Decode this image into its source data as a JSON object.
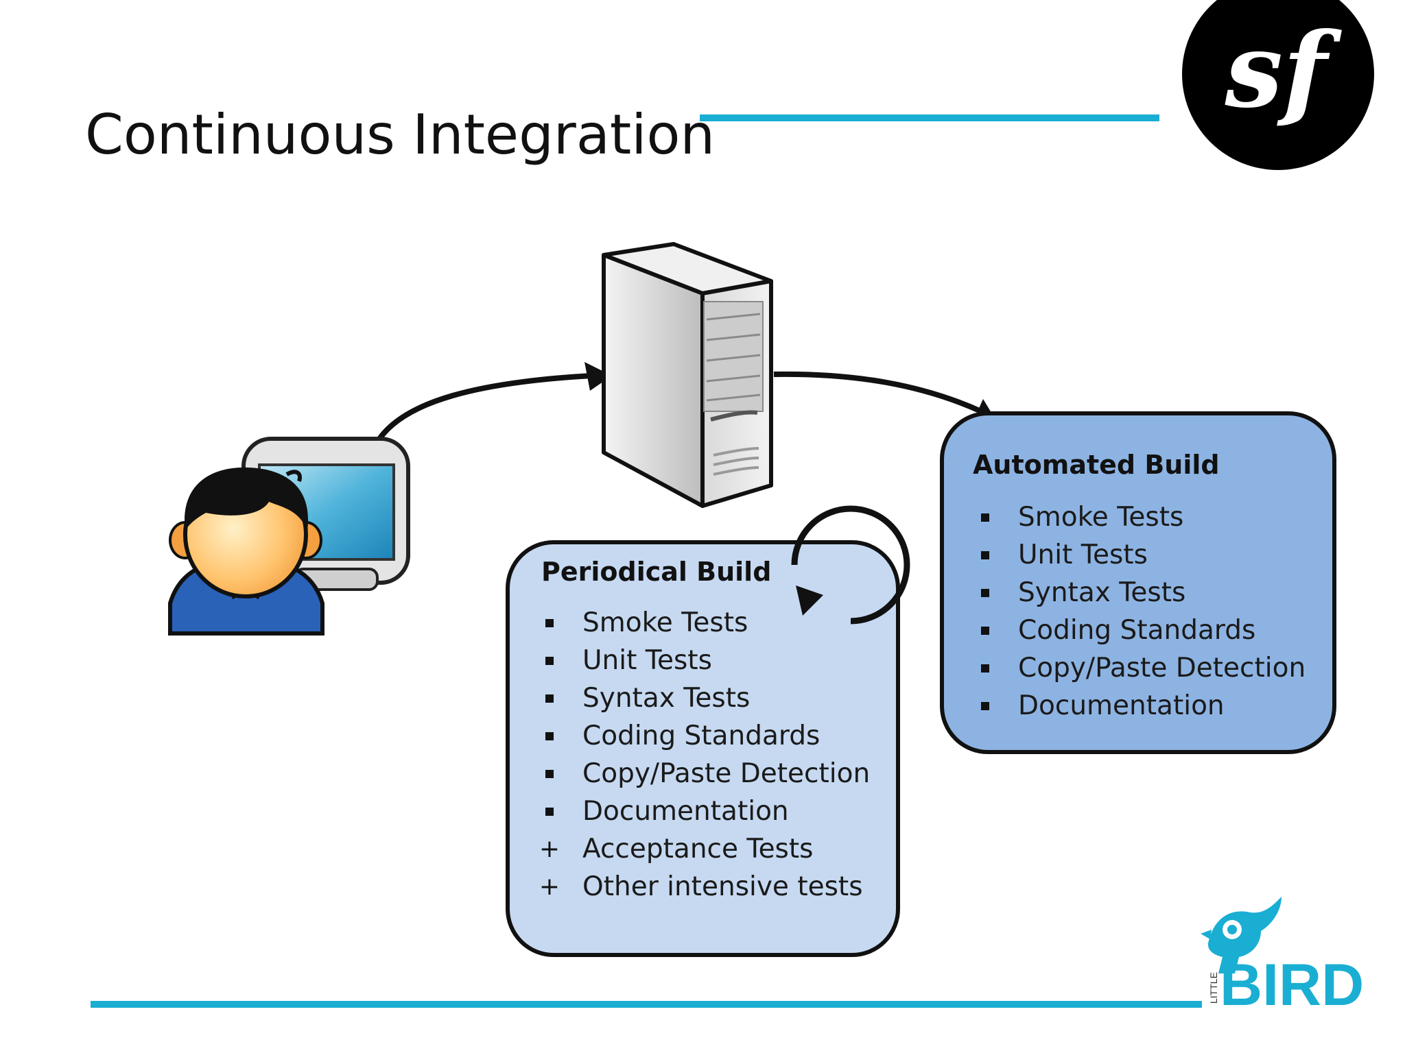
{
  "title": "Continuous Integration",
  "colors": {
    "accent_line": "#1aaed3",
    "periodical_fill": "#c6d9f1",
    "automated_fill": "#8db3e2",
    "outline": "#111111",
    "bird_blue": "#1aaed3"
  },
  "icons": {
    "developer": "developer-icon",
    "server": "server-icon",
    "cycle": "cycle-arrow-icon",
    "brand_logo": "symfony-logo",
    "footer_logo": "little-bird-logo"
  },
  "logo_text": {
    "symfony": "sf",
    "little_bird_small": "LITTLE",
    "little_bird_big": "BIRD"
  },
  "periodical": {
    "title": "Periodical Build",
    "items": [
      {
        "bullet": "square",
        "label": "Smoke Tests"
      },
      {
        "bullet": "square",
        "label": "Unit Tests"
      },
      {
        "bullet": "square",
        "label": "Syntax Tests"
      },
      {
        "bullet": "square",
        "label": "Coding Standards"
      },
      {
        "bullet": "square",
        "label": "Copy/Paste Detection"
      },
      {
        "bullet": "square",
        "label": "Documentation"
      },
      {
        "bullet": "plus",
        "label": "Acceptance Tests"
      },
      {
        "bullet": "plus",
        "label": "Other intensive tests"
      }
    ]
  },
  "automated": {
    "title": "Automated Build",
    "items": [
      {
        "bullet": "square",
        "label": "Smoke Tests"
      },
      {
        "bullet": "square",
        "label": "Unit Tests"
      },
      {
        "bullet": "square",
        "label": "Syntax Tests"
      },
      {
        "bullet": "square",
        "label": "Coding Standards"
      },
      {
        "bullet": "square",
        "label": "Copy/Paste Detection"
      },
      {
        "bullet": "square",
        "label": "Documentation"
      }
    ]
  }
}
